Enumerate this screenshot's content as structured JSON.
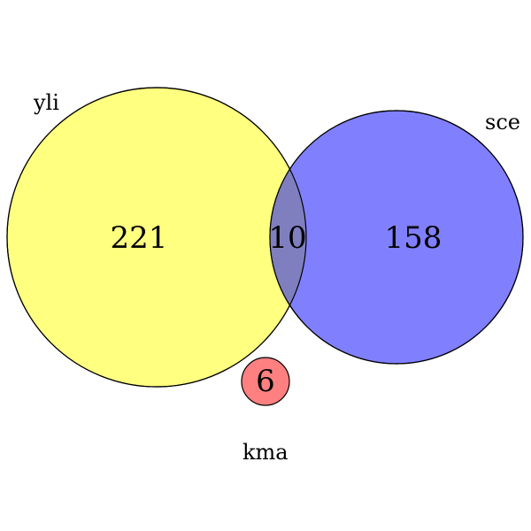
{
  "sets": {
    "yli": {
      "label": "yli",
      "color": "#ffff80"
    },
    "sce": {
      "label": "sce",
      "color": "#8080ff"
    },
    "kma": {
      "label": "kma",
      "color": "#ff8080"
    }
  },
  "regions": {
    "yli_only": "221",
    "yli_sce": "10",
    "sce_only": "158",
    "kma_only": "6"
  }
}
